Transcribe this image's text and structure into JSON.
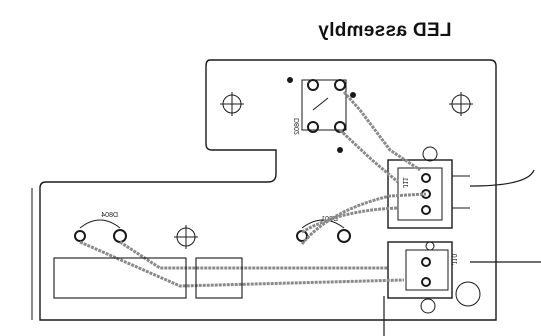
{
  "diagram": {
    "title": "LED assembly",
    "refdes": {
      "d802": "D802",
      "d801": "D801",
      "d804": "D804",
      "j11": "J11",
      "j10": "J10"
    },
    "colors": {
      "ink": "#1a1a1a",
      "trace": "#8a8a8a",
      "background": "#ffffff"
    },
    "icons": [
      "mounting-hole-crosshair",
      "led-pad",
      "connector-pin",
      "cable-wire"
    ]
  }
}
